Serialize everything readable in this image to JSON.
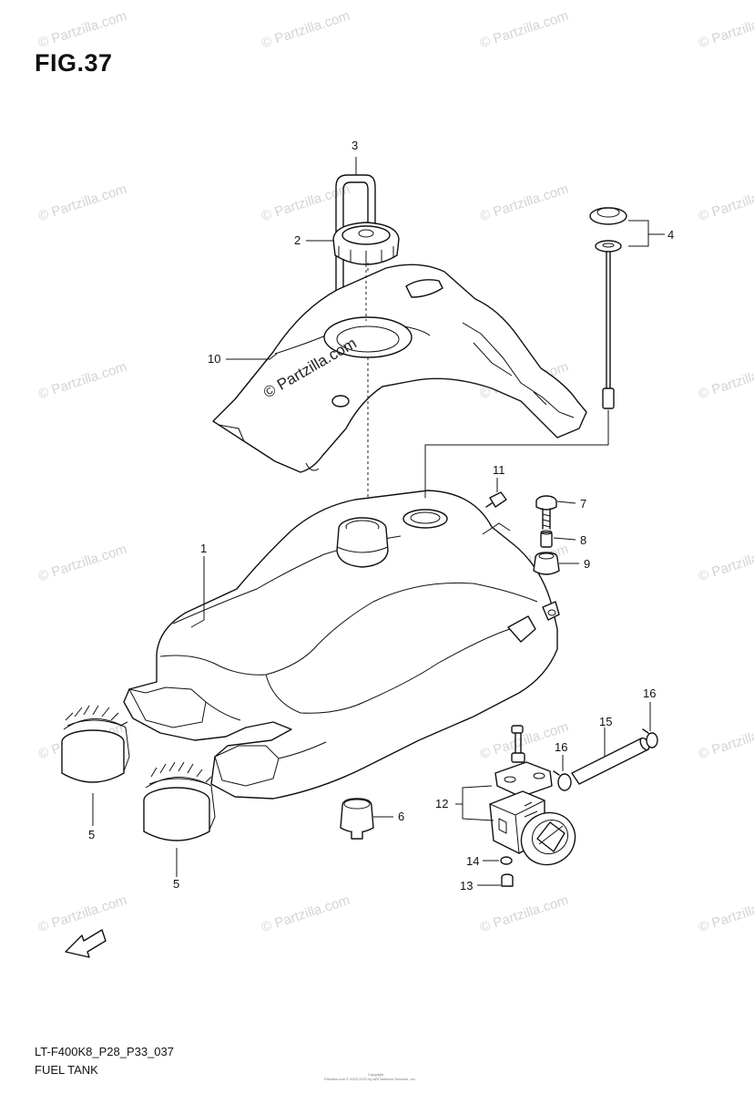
{
  "figure": {
    "title": "FIG.37"
  },
  "watermark": {
    "text": "© Partzilla.com"
  },
  "center_watermark": {
    "text": "© Partzilla.com"
  },
  "callouts": [
    "3",
    "2",
    "4",
    "10",
    "11",
    "7",
    "8",
    "9",
    "1",
    "16",
    "15",
    "16",
    "12",
    "6",
    "14",
    "13",
    "5",
    "5"
  ],
  "footer": {
    "model_code": "LT-F400K8_P28_P33_037",
    "section_name": "FUEL TANK"
  },
  "fwd_arrow": {
    "label": "FWD"
  },
  "copyright_small": {
    "line1": "Copyright",
    "line2": "Partzilla.com © 2002-2023 by ARI Network Services, Inc."
  }
}
